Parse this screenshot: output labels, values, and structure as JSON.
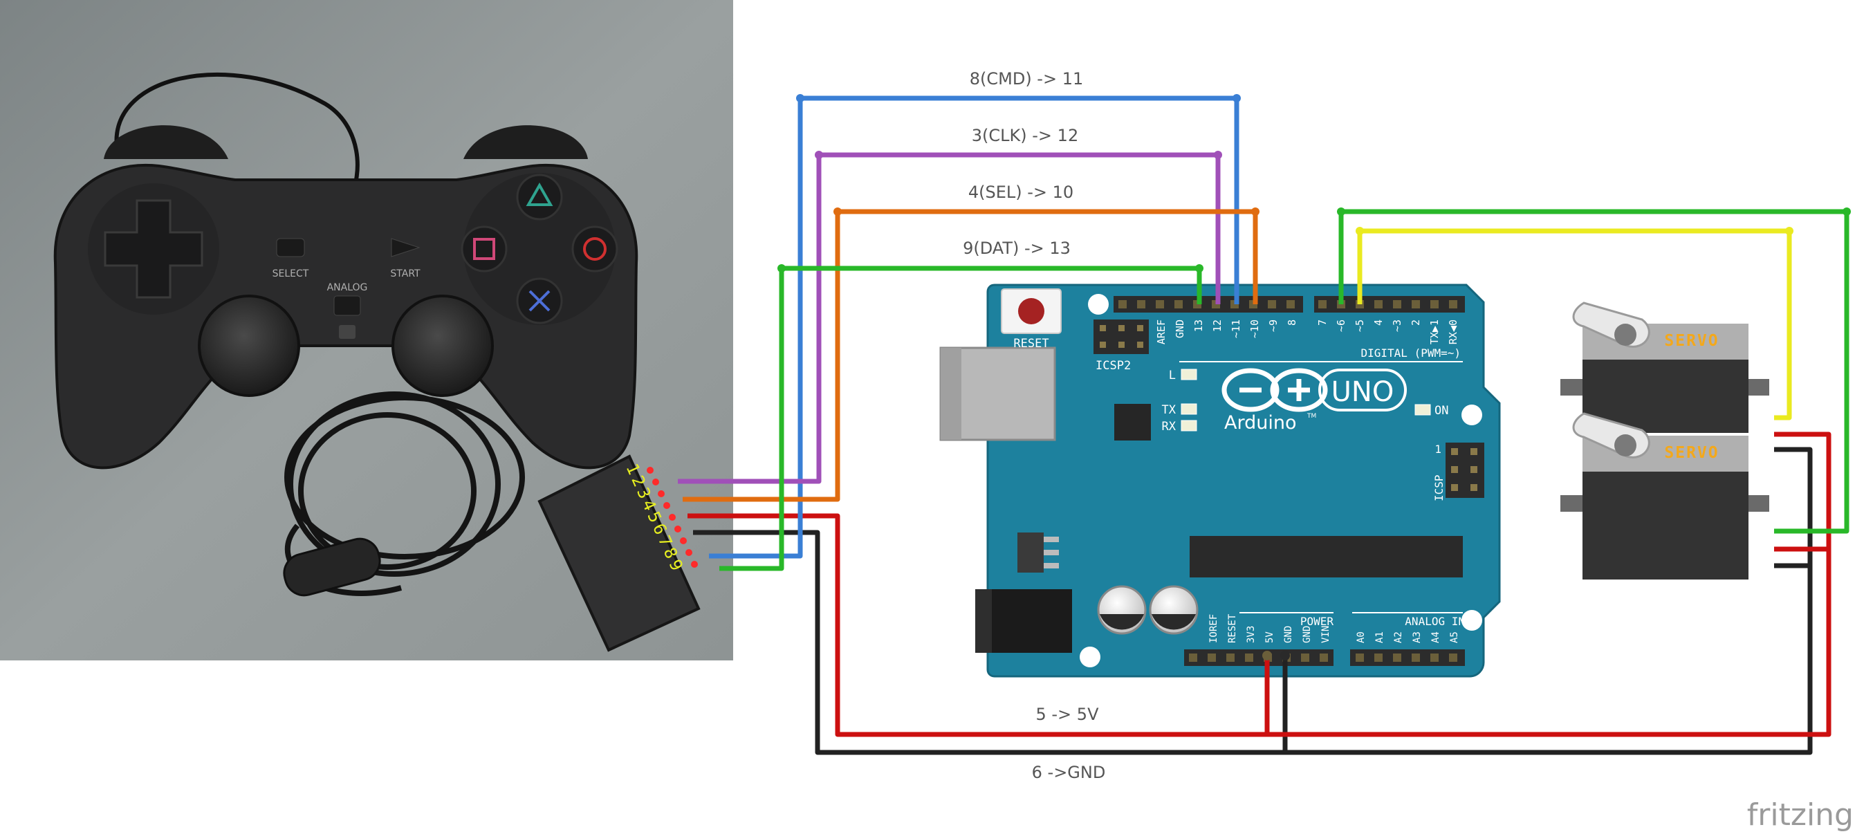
{
  "wires": {
    "cmd": {
      "label": "8(CMD) -> 11",
      "color": "#3a7fd5"
    },
    "clk": {
      "label": "3(CLK) -> 12",
      "color": "#a050b8"
    },
    "sel": {
      "label": "4(SEL) -> 10",
      "color": "#e06c10"
    },
    "dat": {
      "label": "9(DAT) -> 13",
      "color": "#29b829"
    },
    "vcc": {
      "label": "5 -> 5V",
      "color": "#cc1010"
    },
    "gnd": {
      "label": "6 ->GND",
      "color": "#222222"
    },
    "servo1_signal": {
      "color": "#eaea20"
    },
    "servo2_signal": {
      "color": "#29b829"
    }
  },
  "controller": {
    "select_label": "SELECT",
    "analog_label": "ANALOG",
    "start_label": "START",
    "connector_pins": [
      "1",
      "2",
      "3",
      "4",
      "5",
      "6",
      "7",
      "8",
      "9"
    ]
  },
  "board": {
    "reset_label": "RESET",
    "icsp2_label": "ICSP2",
    "icsp_label": "ICSP",
    "icsp_pin1": "1",
    "aref_label": "AREF",
    "gnd_label": "GND",
    "digital_pins": [
      "13",
      "12",
      "~11",
      "~10",
      "~9",
      "8"
    ],
    "digital_pins_2": [
      "7",
      "~6",
      "~5",
      "4",
      "~3",
      "2",
      "TX▶1",
      "RX◀0"
    ],
    "digital_label": "DIGITAL (PWM=~)",
    "l_label": "L",
    "tx_label": "TX",
    "rx_label": "RX",
    "on_label": "ON",
    "uno_label": "UNO",
    "arduino_label": "Arduino",
    "tm_label": "TM",
    "power_label": "POWER",
    "power_pins": [
      "IOREF",
      "RESET",
      "3V3",
      "5V",
      "GND",
      "GND",
      "VIN"
    ],
    "analog_label": "ANALOG IN",
    "analog_pins": [
      "A0",
      "A1",
      "A2",
      "A3",
      "A4",
      "A5"
    ],
    "color": "#1d819e"
  },
  "servos": [
    {
      "label": "SERVO"
    },
    {
      "label": "SERVO"
    }
  ],
  "brand": "fritzing"
}
